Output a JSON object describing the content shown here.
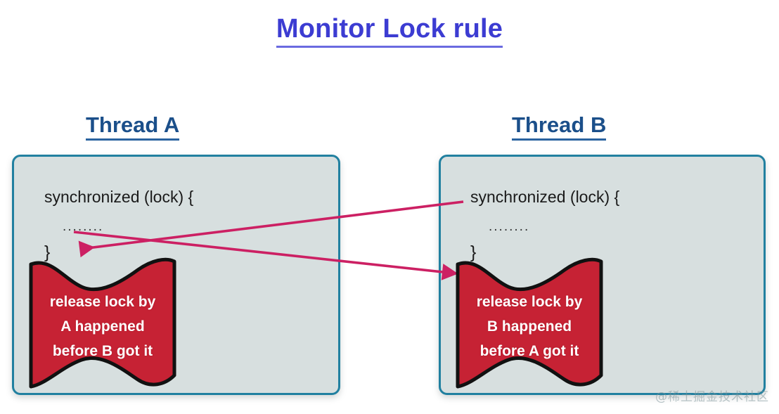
{
  "title": {
    "text": "Monitor Lock rule",
    "color": "#3c3cd2"
  },
  "threads": [
    {
      "heading": "Thread A",
      "code": {
        "line1": "synchronized (lock) {",
        "line2": "........",
        "line3": "}"
      },
      "flag": {
        "line1": "release lock by",
        "line2": "A happened",
        "line3": "before B got it",
        "fill": "#c62234"
      }
    },
    {
      "heading": "Thread B",
      "code": {
        "line1": "synchronized (lock) {",
        "line2": "........",
        "line3": "}"
      },
      "flag": {
        "line1": "release lock by",
        "line2": "B happened",
        "line3": "before A got it",
        "fill": "#c62234"
      }
    }
  ],
  "arrows": [
    {
      "name": "arrow-b-release-to-a-acquire",
      "from": "Thread B synchronized (lock) {",
      "to": "Thread A closing brace / release flag",
      "direction": "right-to-left",
      "color": "#cc2063"
    },
    {
      "name": "arrow-a-release-to-b-acquire",
      "from": "Thread A closing brace region",
      "to": "Thread B release flag",
      "direction": "left-to-right",
      "color": "#cc2063"
    }
  ],
  "palette": {
    "box_fill": "#d7dfdf",
    "box_border": "#2180a0",
    "heading_color": "#1b4f8a",
    "arrow_color": "#cc2063",
    "flag_red": "#c62234"
  },
  "watermark": {
    "text": "@稀土掘金技术社区"
  }
}
